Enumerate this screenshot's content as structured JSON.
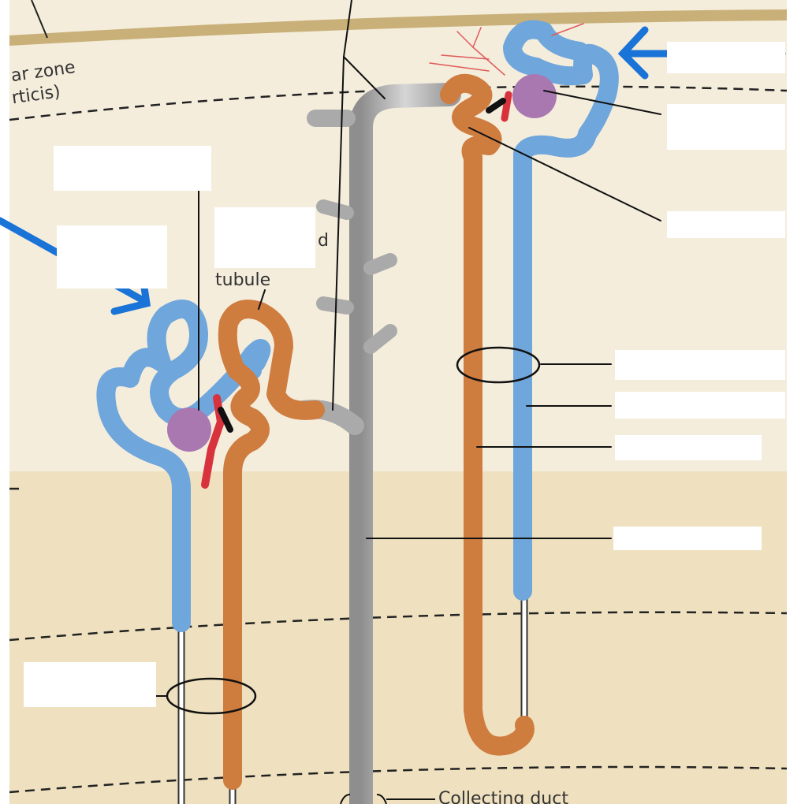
{
  "diagram": {
    "zone_label_line1": "ar zone",
    "zone_label_line2": "rticis)",
    "partial_label_d": "d",
    "partial_label_tubule": "tubule",
    "collecting_duct_label": "Collecting duct"
  },
  "colors": {
    "cortex": "#f4eddc",
    "medulla": "#efe1bf",
    "distal_tubule_blue": "#6fa6dc",
    "proximal_tubule_orange": "#cf7c3f",
    "collecting_duct_gray": "#b9b9b9",
    "glomerulus_purple": "#a978b0",
    "arteriole_red": "#d8323c",
    "arrow_blue": "#1a73d6"
  }
}
